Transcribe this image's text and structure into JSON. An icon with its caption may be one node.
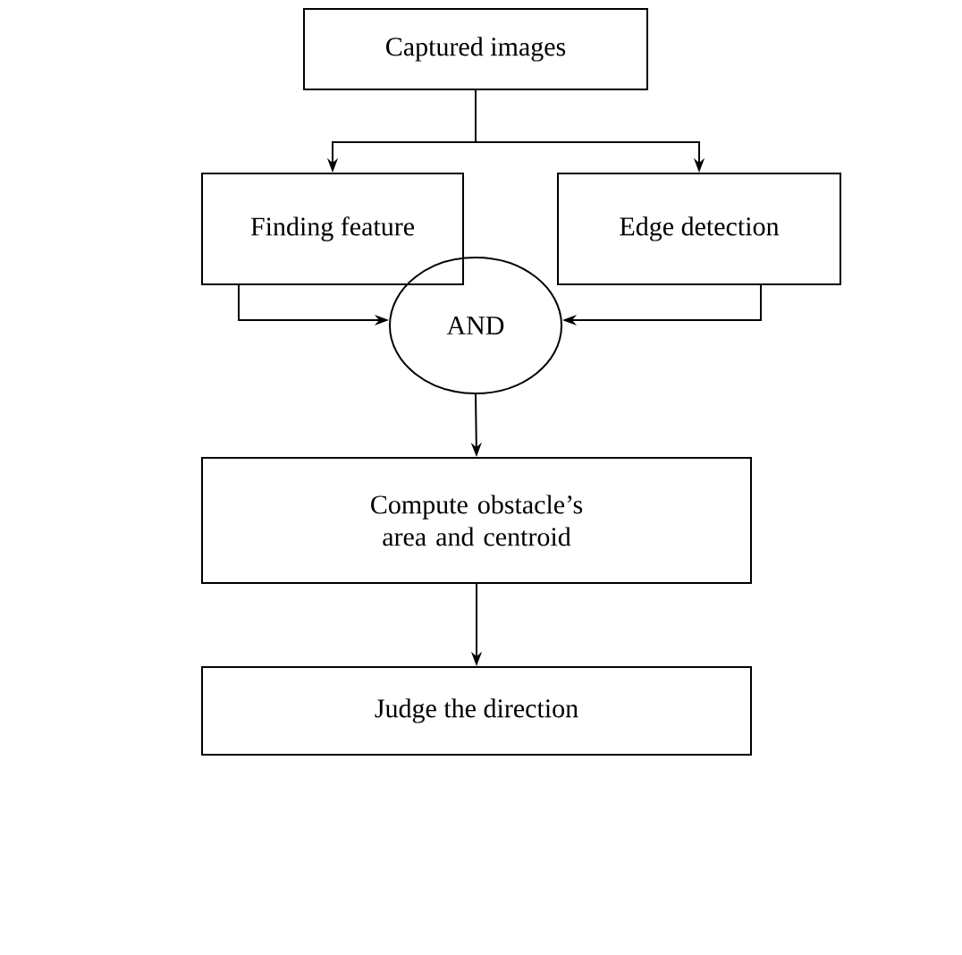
{
  "diagram": {
    "nodes": [
      {
        "text": [
          "Captured images"
        ]
      },
      {
        "text": [
          "Finding feature"
        ]
      },
      {
        "text": [
          "Edge detection"
        ]
      },
      {
        "text": [
          "AND"
        ]
      },
      {
        "text": [
          "Compute obstacle’s area and centroid"
        ]
      },
      {
        "text": [
          "Judge the direction"
        ]
      }
    ],
    "edges": [
      {
        "from": 0,
        "to": 1,
        "arrow": "to"
      },
      {
        "from": 0,
        "to": 2,
        "arrow": "to"
      },
      {
        "from": 1,
        "to": 3,
        "arrow": "to"
      },
      {
        "from": 2,
        "to": 3,
        "arrow": "to"
      },
      {
        "from": 3,
        "to": 4,
        "arrow": "to"
      },
      {
        "from": 4,
        "to": 5,
        "arrow": "to"
      }
    ]
  }
}
